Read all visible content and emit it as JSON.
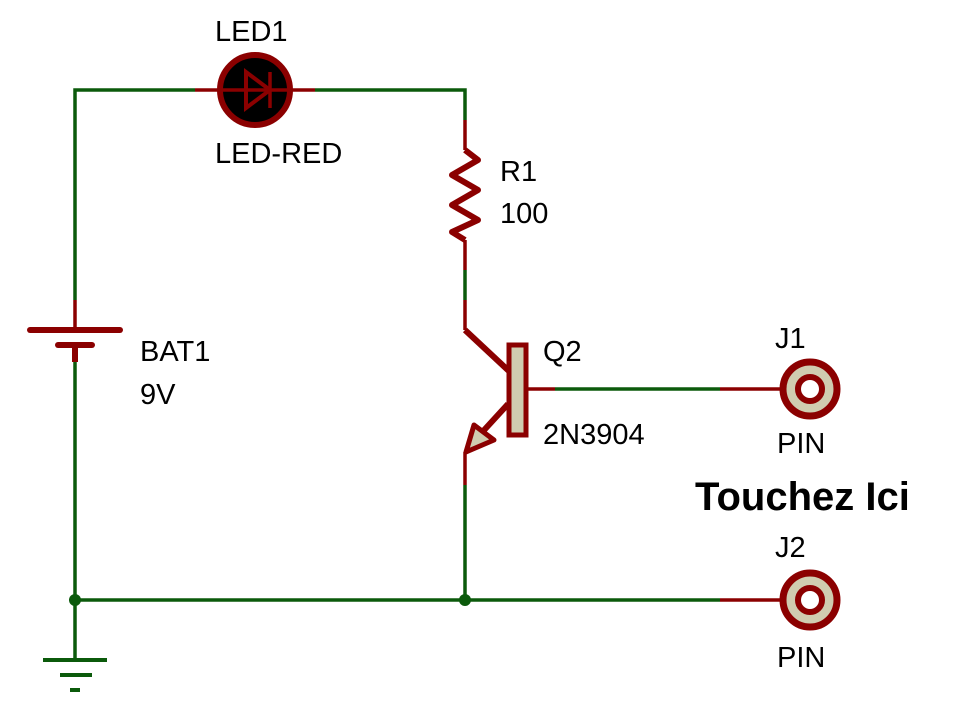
{
  "components": {
    "led": {
      "ref": "LED1",
      "value": "LED-RED"
    },
    "resistor": {
      "ref": "R1",
      "value": "100"
    },
    "battery": {
      "ref": "BAT1",
      "value": "9V"
    },
    "transistor": {
      "ref": "Q2",
      "value": "2N3904"
    },
    "pin1": {
      "ref": "J1",
      "value": "PIN"
    },
    "pin2": {
      "ref": "J2",
      "value": "PIN"
    }
  },
  "annotation": "Touchez Ici",
  "colors": {
    "wire": "#0b5a0b",
    "component": "#8b0000",
    "fill": "#d0ccb0",
    "led_body": "#000000"
  }
}
